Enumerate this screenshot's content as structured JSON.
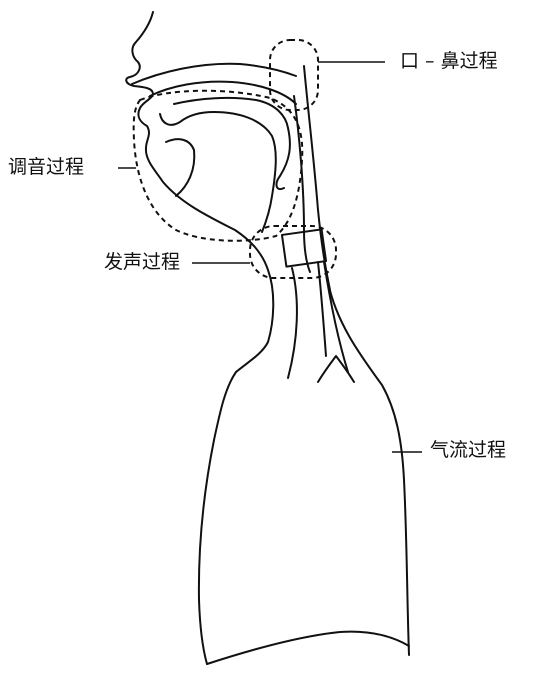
{
  "labels": {
    "oral_nasal": "口 – 鼻过程",
    "articulation": "调音过程",
    "phonation": "发声过程",
    "airflow": "气流过程"
  },
  "colors": {
    "ink": "#111111",
    "background": "#ffffff"
  }
}
